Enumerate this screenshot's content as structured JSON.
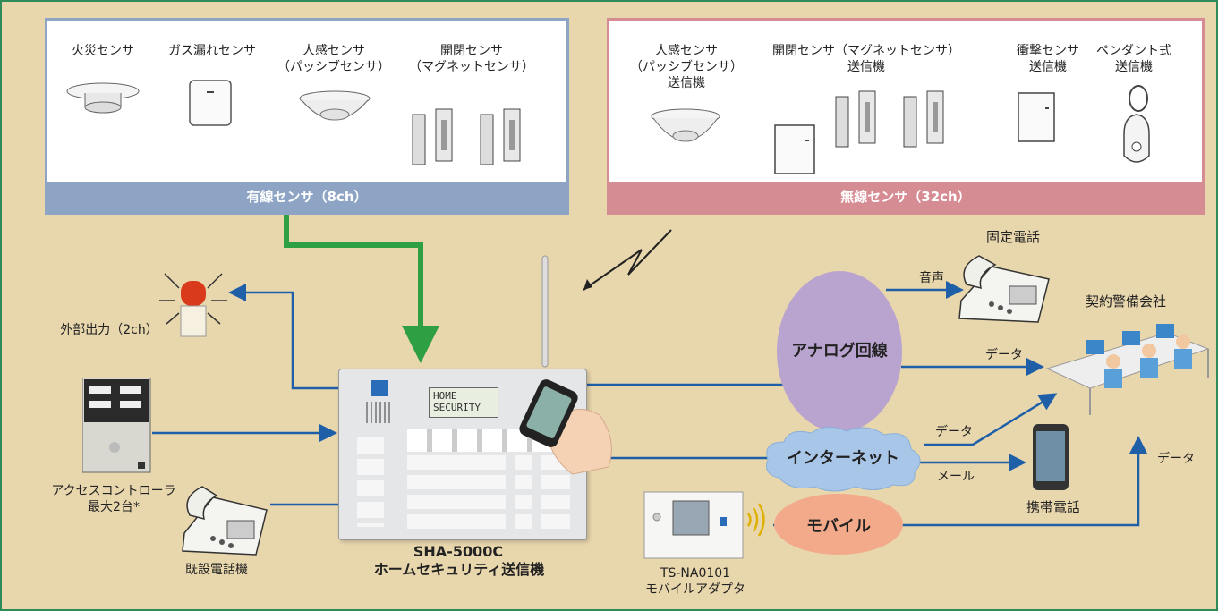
{
  "wired_panel": {
    "title": "有線センサ（8ch）",
    "sensors": [
      {
        "line1": "火災センサ",
        "line2": ""
      },
      {
        "line1": "ガス漏れセンサ",
        "line2": ""
      },
      {
        "line1": "人感センサ",
        "line2": "（パッシブセンサ）"
      },
      {
        "line1": "開閉センサ",
        "line2": "（マグネットセンサ）"
      }
    ]
  },
  "wireless_panel": {
    "title": "無線センサ（32ch）",
    "sensors": [
      {
        "line1": "人感センサ",
        "line2": "（パッシブセンサ）",
        "line3": "送信機"
      },
      {
        "line1": "開閉センサ（マグネットセンサ）",
        "line2": "送信機"
      },
      {
        "line1": "衝撃センサ",
        "line2": "送信機"
      },
      {
        "line1": "ペンダント式",
        "line2": "送信機"
      }
    ]
  },
  "main_unit": {
    "model": "SHA-5000C",
    "name": "ホームセキュリティ送信機",
    "lcd_line1": "HOME",
    "lcd_line2": "SECURITY"
  },
  "external_output": {
    "label": "外部出力（2ch）"
  },
  "access_controller": {
    "line1": "アクセスコントローラ",
    "line2": "最大2台*"
  },
  "existing_phone": {
    "label": "既設電話機"
  },
  "mobile_adapter": {
    "model": "TS-NA0101",
    "name": "モバイルアダプタ"
  },
  "networks": {
    "analog": "アナログ回線",
    "internet": "インターネット",
    "mobile": "モバイル"
  },
  "fixed_phone": {
    "label": "固定電話"
  },
  "security_company": {
    "label": "契約警備会社"
  },
  "mobile_phone": {
    "label": "携帯電話"
  },
  "flows": {
    "voice": "音声",
    "data_analog": "データ",
    "data_internet": "データ",
    "mail": "メール",
    "data_mobile": "データ"
  },
  "colors": {
    "background": "#e8d6ad",
    "wired_accent": "#8ea4c5",
    "wireless_accent": "#d68c93",
    "wired_arrow": "#2ea043",
    "line_blue": "#1f5fa8",
    "analog_fill": "#b9a3cf",
    "internet_fill": "#a8c6e8",
    "mobile_fill": "#f2aa8a"
  }
}
